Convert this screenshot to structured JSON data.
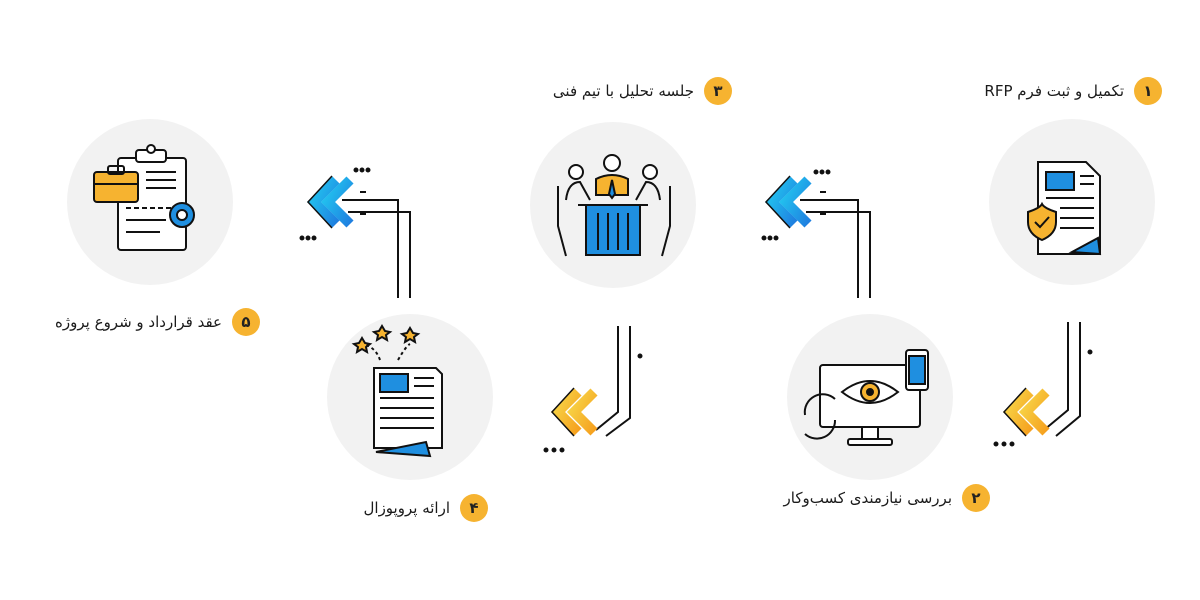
{
  "steps": [
    {
      "number": "۱",
      "label": "تکمیل و ثبت فرم RFP",
      "icon": "document-shield-icon"
    },
    {
      "number": "۲",
      "label": "بررسی نیازمندی کسب‌وکار",
      "icon": "monitor-eye-icon"
    },
    {
      "number": "۳",
      "label": "جلسه تحلیل با تیم فنی",
      "icon": "meeting-icon"
    },
    {
      "number": "۴",
      "label": "ارائه پروپوزال",
      "icon": "proposal-document-icon"
    },
    {
      "number": "۵",
      "label": "عقد قرارداد و شروع پروژه",
      "icon": "contract-clipboard-icon"
    }
  ],
  "colors": {
    "badge": "#f6b330",
    "circle": "#f2f2f2",
    "blue": "#1f8fe0",
    "cyan": "#22c8f0",
    "orange": "#f6a623",
    "yellow": "#f7c948",
    "line": "#111111"
  },
  "connectors": [
    "arrow-down-left-yellow",
    "arrow-up-left-blue",
    "arrow-down-left-yellow",
    "arrow-up-left-blue"
  ]
}
